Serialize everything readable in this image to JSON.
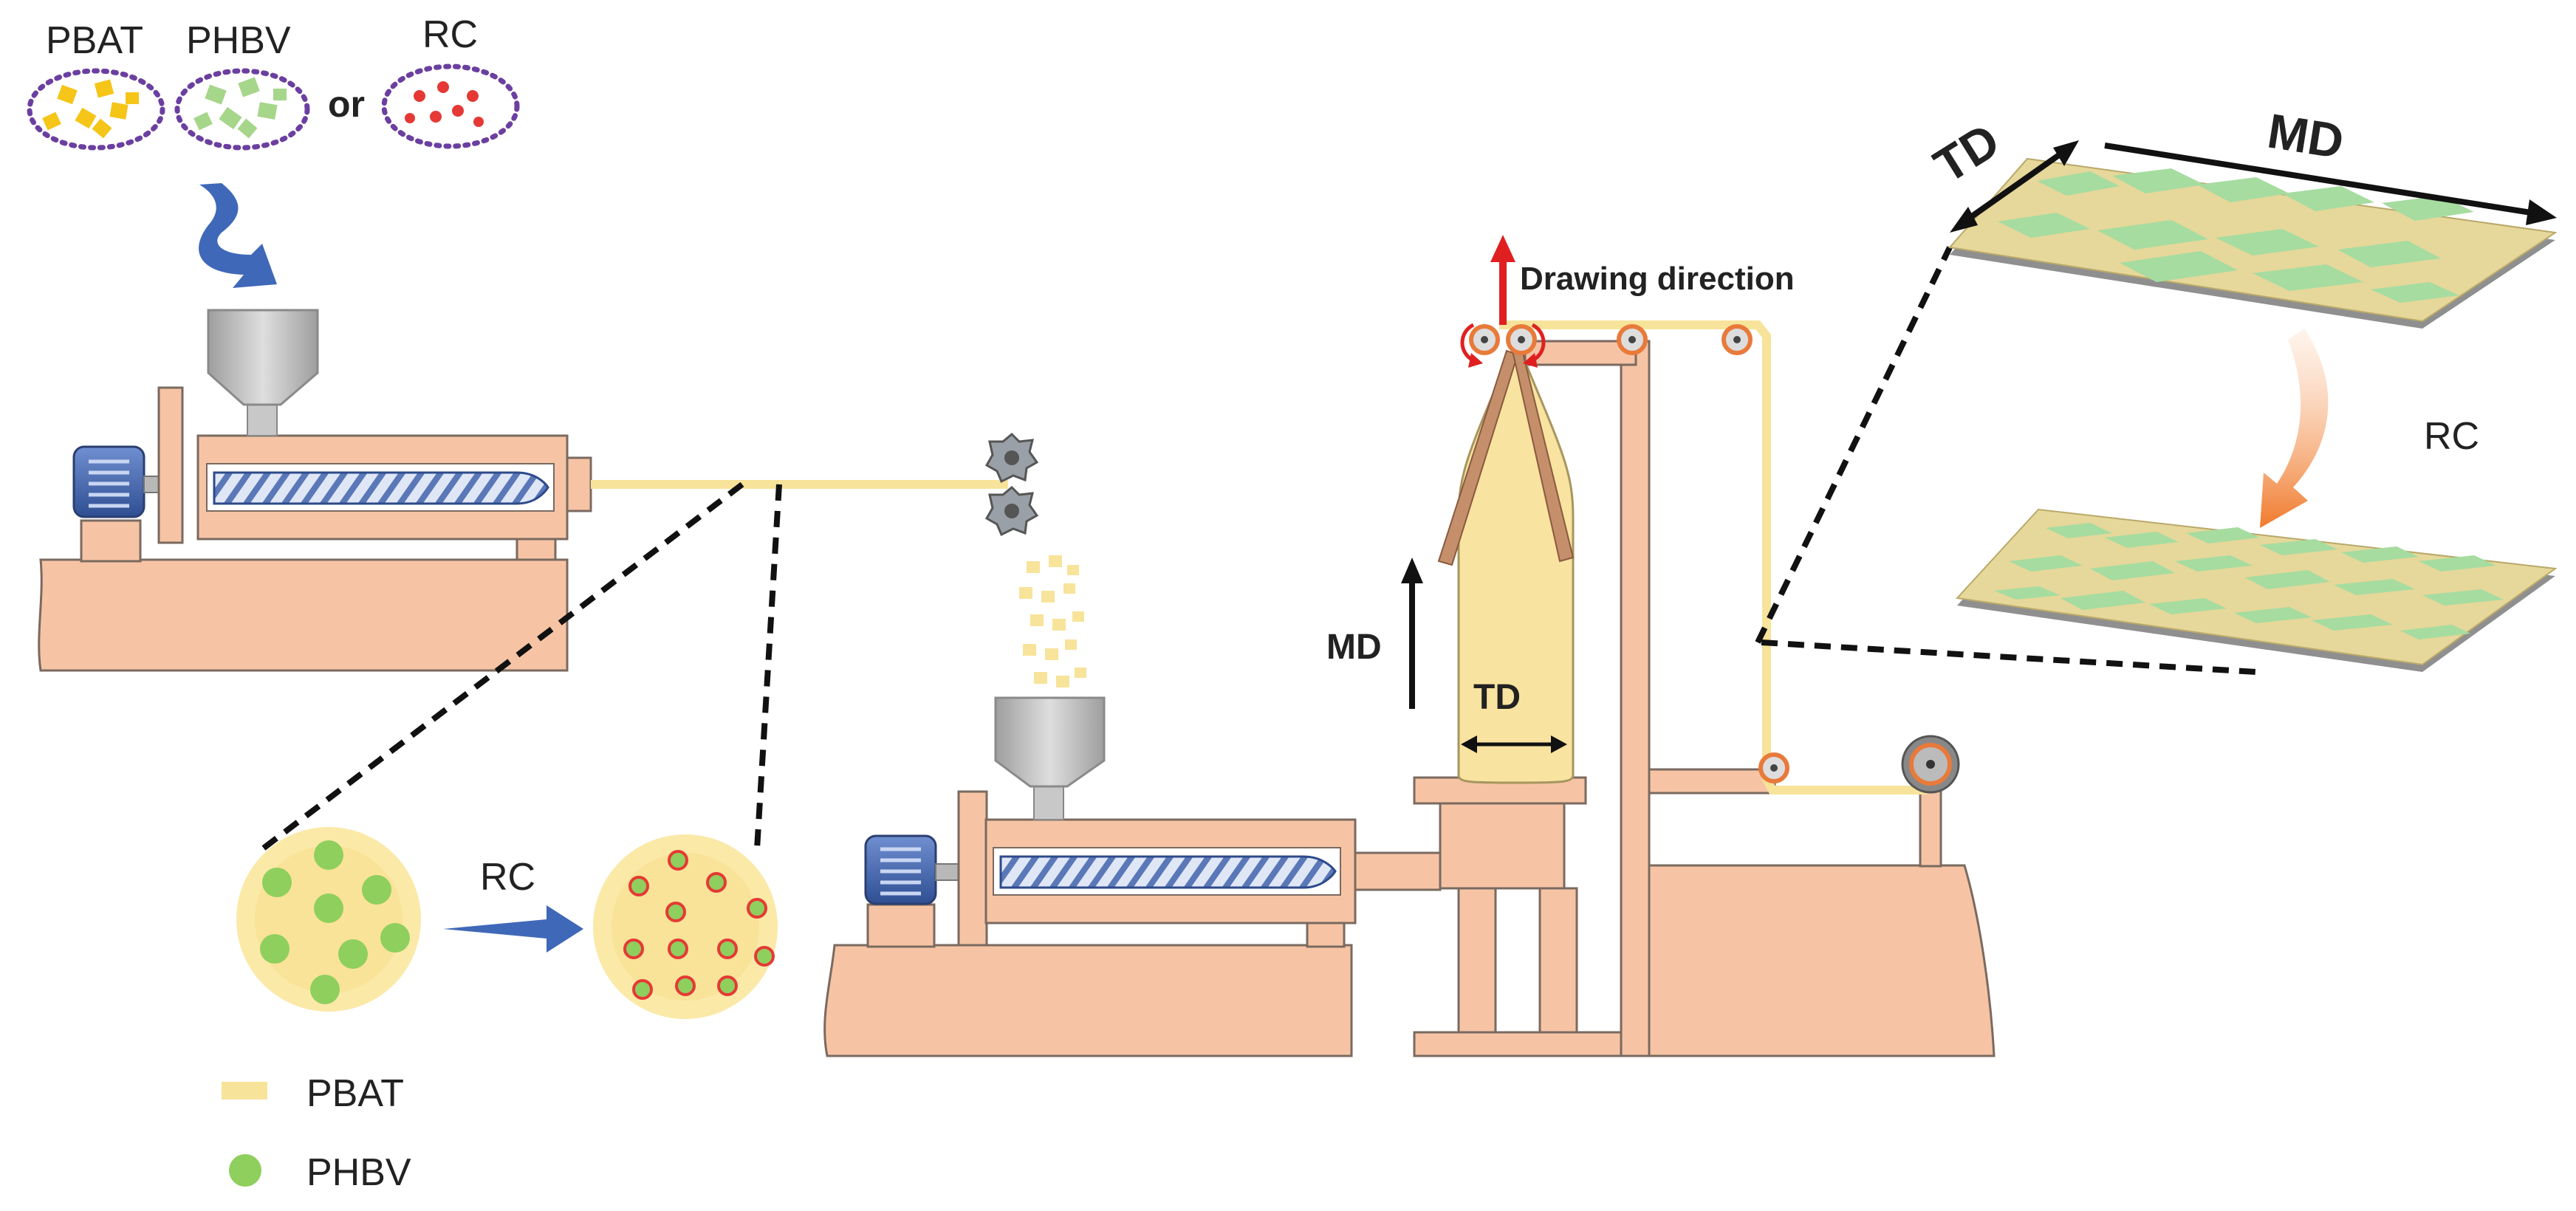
{
  "inputs": {
    "pbat_label": "PBAT",
    "phbv_label": "PHBV",
    "or_label": "or",
    "rc_label": "RC"
  },
  "labels": {
    "drawing_direction": "Drawing direction",
    "md_bubble": "MD",
    "td_bubble": "TD",
    "rc_arrow_bottom": "RC",
    "rc_arrow_film": "RC",
    "film_td": "TD",
    "film_md": "MD"
  },
  "legend": {
    "pbat": "PBAT",
    "phbv": "PHBV"
  },
  "colors": {
    "pbat": "#f7e39a",
    "phbv": "#8fcf5d",
    "rc": "#e53935",
    "machine": "#f6c4a5",
    "machine_edge": "#7a6a60",
    "motor": "#4a6fb5",
    "hopper": "#b9b9b9",
    "arrow_blue": "#3f68b8",
    "arrow_red": "#e02020",
    "film_base": "#e6d79a",
    "film_patch": "#a6dca0",
    "orange_arrow": "#f28a3c"
  }
}
